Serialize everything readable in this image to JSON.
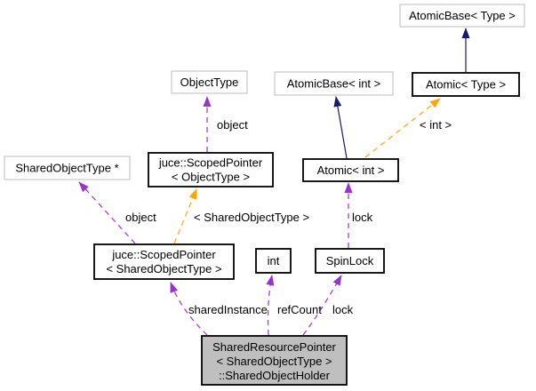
{
  "diagram": {
    "kind": "collaboration-graph",
    "colors": {
      "background": "#ffffff",
      "node_fill": "#ffffff",
      "documented_border": "#000000",
      "undocumented_border": "#c8c8c8",
      "focus_fill": "#bfbfbf",
      "inheritance_arrow": "#191970",
      "usage_arrow": "#9a32cd",
      "template_arrow": "#ffa500",
      "label_color": "#000000"
    },
    "nodes": {
      "atomicbase_type": {
        "lines": [
          "AtomicBase< Type >"
        ]
      },
      "objecttype": {
        "lines": [
          "ObjectType"
        ]
      },
      "atomicbase_int": {
        "lines": [
          "AtomicBase< int >"
        ]
      },
      "atomic_type": {
        "lines": [
          "Atomic< Type >"
        ]
      },
      "sharedobjecttype_ptr": {
        "lines": [
          "SharedObjectType *"
        ]
      },
      "scopedpointer_objecttype": {
        "lines": [
          "juce::ScopedPointer",
          "< ObjectType >"
        ]
      },
      "atomic_int": {
        "lines": [
          "Atomic< int >"
        ]
      },
      "scopedpointer_sharedobjecttype": {
        "lines": [
          "juce::ScopedPointer",
          "< SharedObjectType >"
        ]
      },
      "int": {
        "lines": [
          "int"
        ]
      },
      "spinlock": {
        "lines": [
          "SpinLock"
        ]
      },
      "shared_object_holder": {
        "lines": [
          "SharedResourcePointer",
          "< SharedObjectType >",
          "::SharedObjectHolder"
        ]
      }
    },
    "edges": {
      "scopedpointer_objecttype_to_objecttype": {
        "label": "object",
        "type": "usage"
      },
      "atomic_type_to_atomicbase_type": {
        "label": "",
        "type": "inheritance"
      },
      "atomic_int_to_atomicbase_int": {
        "label": "",
        "type": "inheritance"
      },
      "atomic_int_to_atomic_type": {
        "label": "< int >",
        "type": "template-instance"
      },
      "scopedpointer_shared_to_sharedobjecttype_ptr": {
        "label": "object",
        "type": "usage"
      },
      "scopedpointer_shared_to_scopedpointer_objecttype": {
        "label": "< SharedObjectType >",
        "type": "template-instance"
      },
      "spinlock_to_atomic_int": {
        "label": "lock",
        "type": "usage"
      },
      "holder_to_scopedpointer_shared": {
        "label": "sharedInstance",
        "type": "usage"
      },
      "holder_to_int": {
        "label": "refCount",
        "type": "usage"
      },
      "holder_to_spinlock": {
        "label": "lock",
        "type": "usage"
      }
    }
  }
}
